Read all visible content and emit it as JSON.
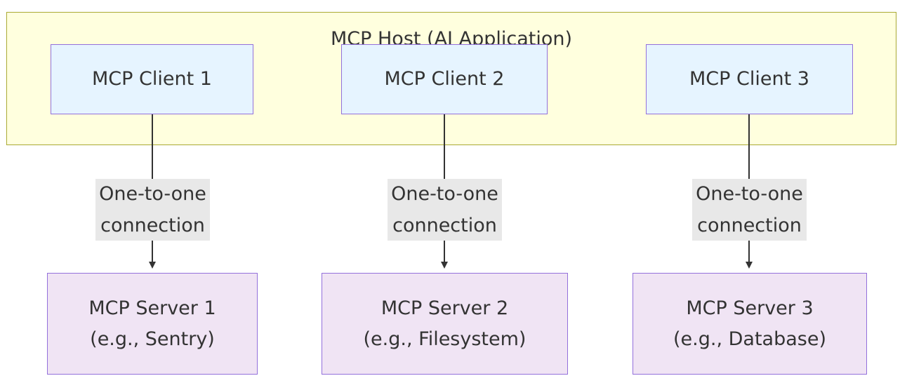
{
  "host": {
    "title": "MCP Host (AI Application)"
  },
  "clients": [
    {
      "label": "MCP Client 1"
    },
    {
      "label": "MCP Client 2"
    },
    {
      "label": "MCP Client 3"
    }
  ],
  "servers": [
    {
      "line1": "MCP Server 1",
      "line2": "(e.g., Sentry)"
    },
    {
      "line1": "MCP Server 2",
      "line2": "(e.g., Filesystem)"
    },
    {
      "line1": "MCP Server 3",
      "line2": "(e.g., Database)"
    }
  ],
  "edges": [
    {
      "line1": "One-to-one",
      "line2": "connection"
    },
    {
      "line1": "One-to-one",
      "line2": "connection"
    },
    {
      "line1": "One-to-one",
      "line2": "connection"
    }
  ],
  "colors": {
    "host_fill": "#ffffde",
    "host_border": "#aaaa33",
    "client_fill": "#e6f4ff",
    "server_fill": "#f0e4f4",
    "node_border": "#9370db",
    "edge_line": "#333333",
    "edge_label_bg": "#e8e8e8"
  }
}
